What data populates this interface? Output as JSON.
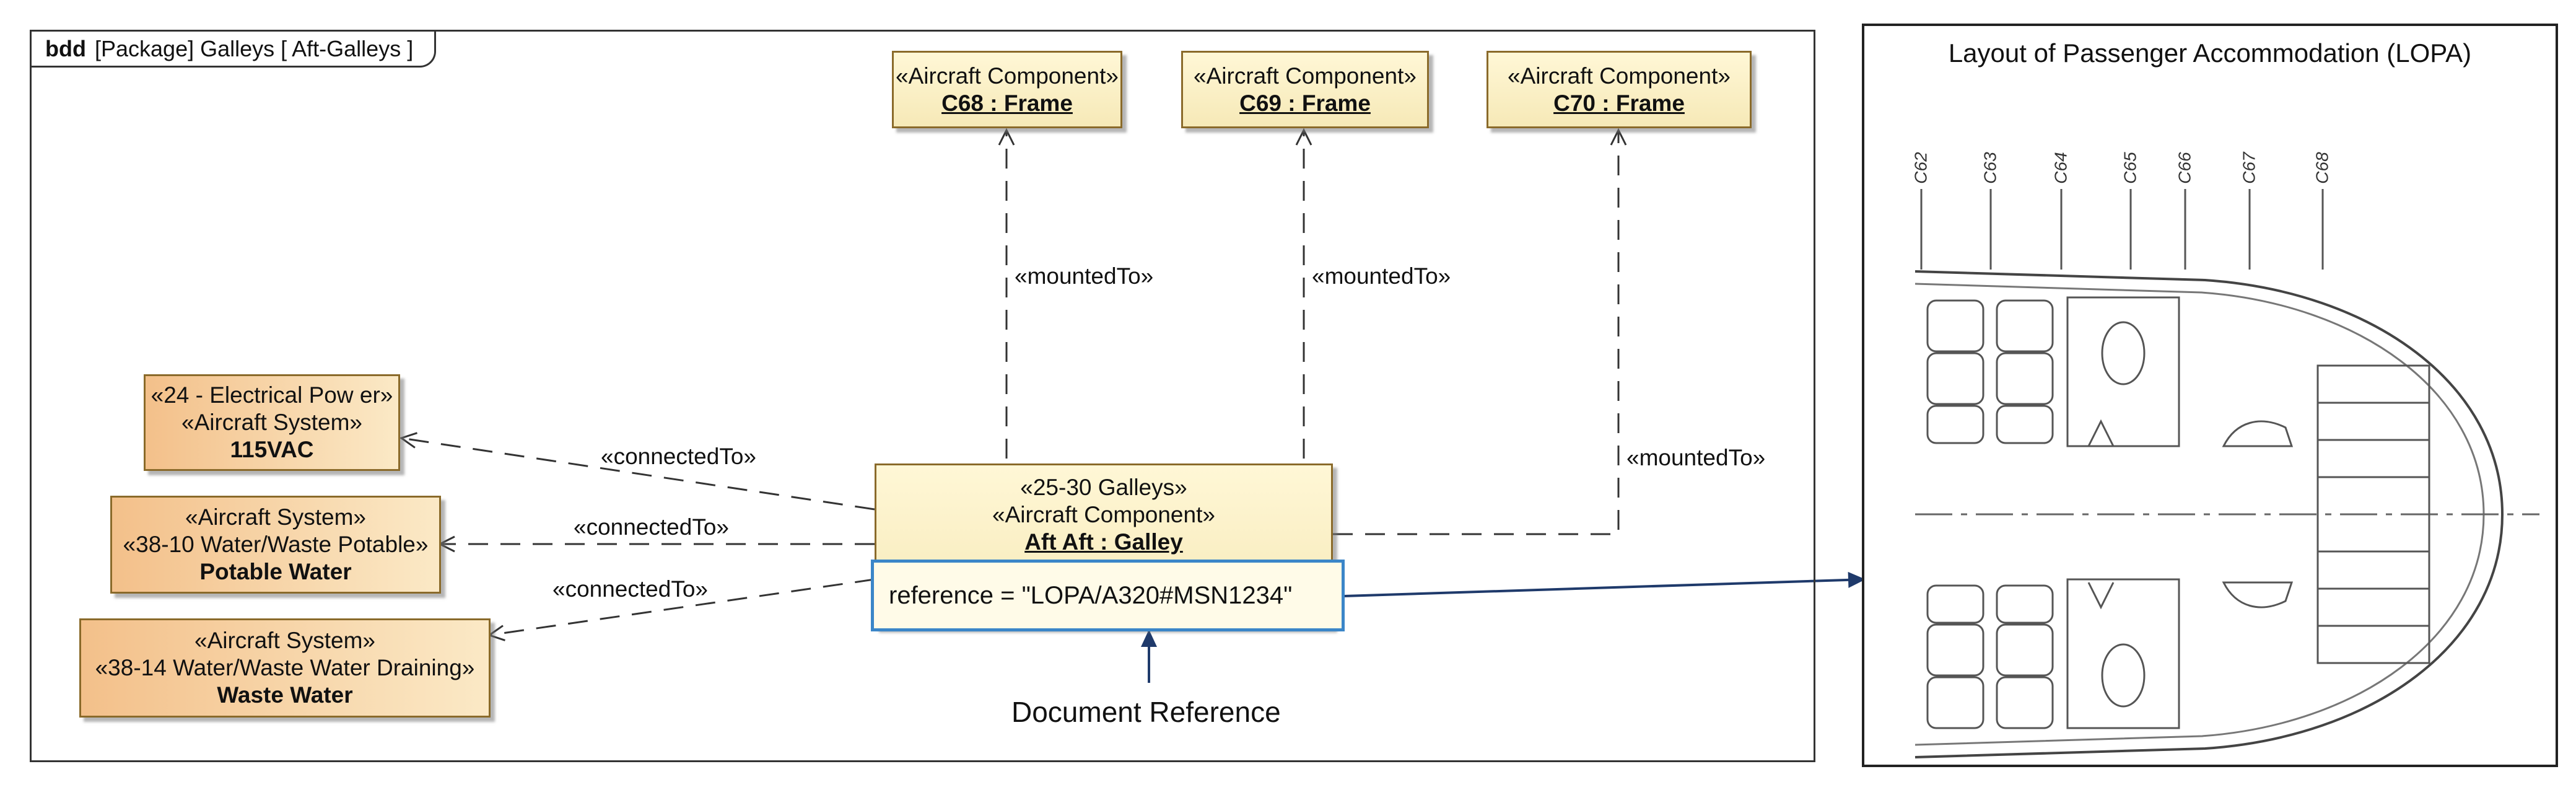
{
  "diagram": {
    "frame_kind": "bdd",
    "frame_title": "[Package] Galleys [ Aft-Galleys ]"
  },
  "frames": [
    {
      "stereotype": "«Aircraft Component»",
      "name": "C68 : Frame"
    },
    {
      "stereotype": "«Aircraft Component»",
      "name": "C69 : Frame"
    },
    {
      "stereotype": "«Aircraft Component»",
      "name": "C70 : Frame"
    }
  ],
  "systems": [
    {
      "stereotypes": [
        "«24 - Electrical Pow er»",
        "«Aircraft System»"
      ],
      "name": "115VAC"
    },
    {
      "stereotypes": [
        "«Aircraft System»",
        "«38-10 Water/Waste Potable»"
      ],
      "name": "Potable Water"
    },
    {
      "stereotypes": [
        "«Aircraft System»",
        "«38-14 Water/Waste Water Draining»"
      ],
      "name": "Waste Water"
    }
  ],
  "galley": {
    "stereotypes": [
      "«25-30 Galleys»",
      "«Aircraft Component»"
    ],
    "name": "Aft Aft : Galley",
    "reference": "reference = \"LOPA/A320#MSN1234\""
  },
  "relations": {
    "mounted_to": [
      "«mountedTo»",
      "«mountedTo»",
      "«mountedTo»"
    ],
    "connected_to": [
      "«connectedTo»",
      "«connectedTo»",
      "«connectedTo»"
    ]
  },
  "document_reference_label": "Document Reference",
  "lopa": {
    "title": "Layout of Passenger Accommodation (LOPA)",
    "frame_labels": [
      "C62",
      "C63",
      "C64",
      "C65",
      "C66",
      "C67",
      "C68"
    ]
  },
  "colors": {
    "frame_block_fill": "#f6e9b7",
    "system_block_fill": "#f3c08a",
    "reference_highlight": "#3b86c8",
    "arrow_navy": "#1f3a6b"
  }
}
